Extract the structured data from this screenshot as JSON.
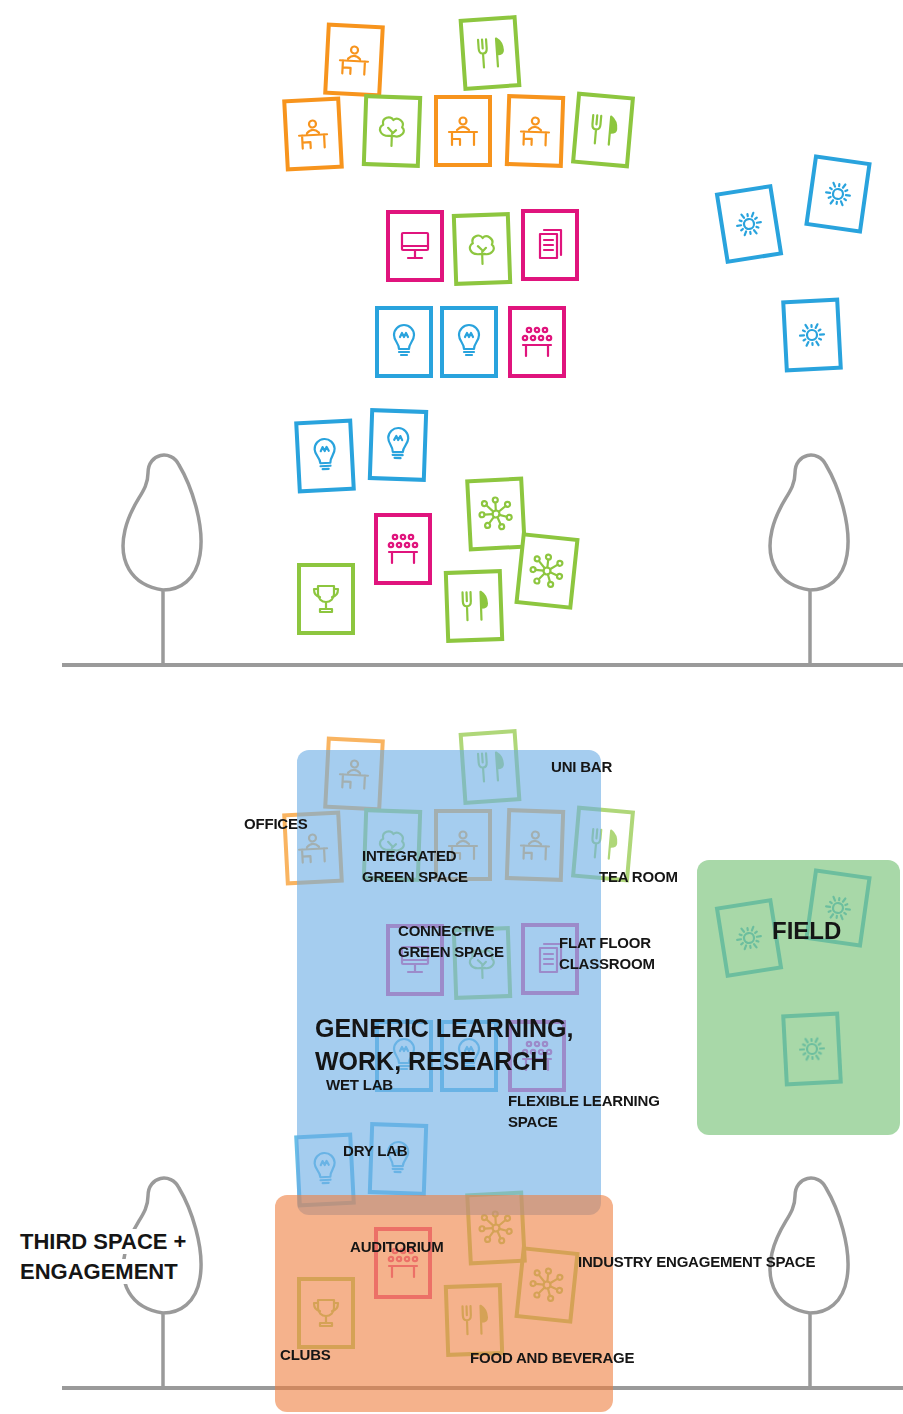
{
  "diagram": {
    "nodes": [
      {
        "text": [
          "GENERIC LEARNING, WORK, RESEARCH"
        ]
      },
      {
        "text": [
          "FIELD"
        ]
      },
      {
        "text": [
          "THIRD SPACE + ENGAGEMENT"
        ]
      }
    ],
    "labels": [
      "UNI BAR",
      "OFFICES",
      "INTEGRATED GREEN SPACE",
      "TEA ROOM",
      "CONNECTIVE GREEN SPACE",
      "FLAT FLOOR CLASSROOM",
      "WET LAB",
      "FLEXIBLE LEARNING SPACE",
      "DRY LAB",
      "AUDITORIUM",
      "INDUSTRY ENGAGEMENT SPACE",
      "CLUBS",
      "FOOD AND BEVERAGE"
    ]
  }
}
